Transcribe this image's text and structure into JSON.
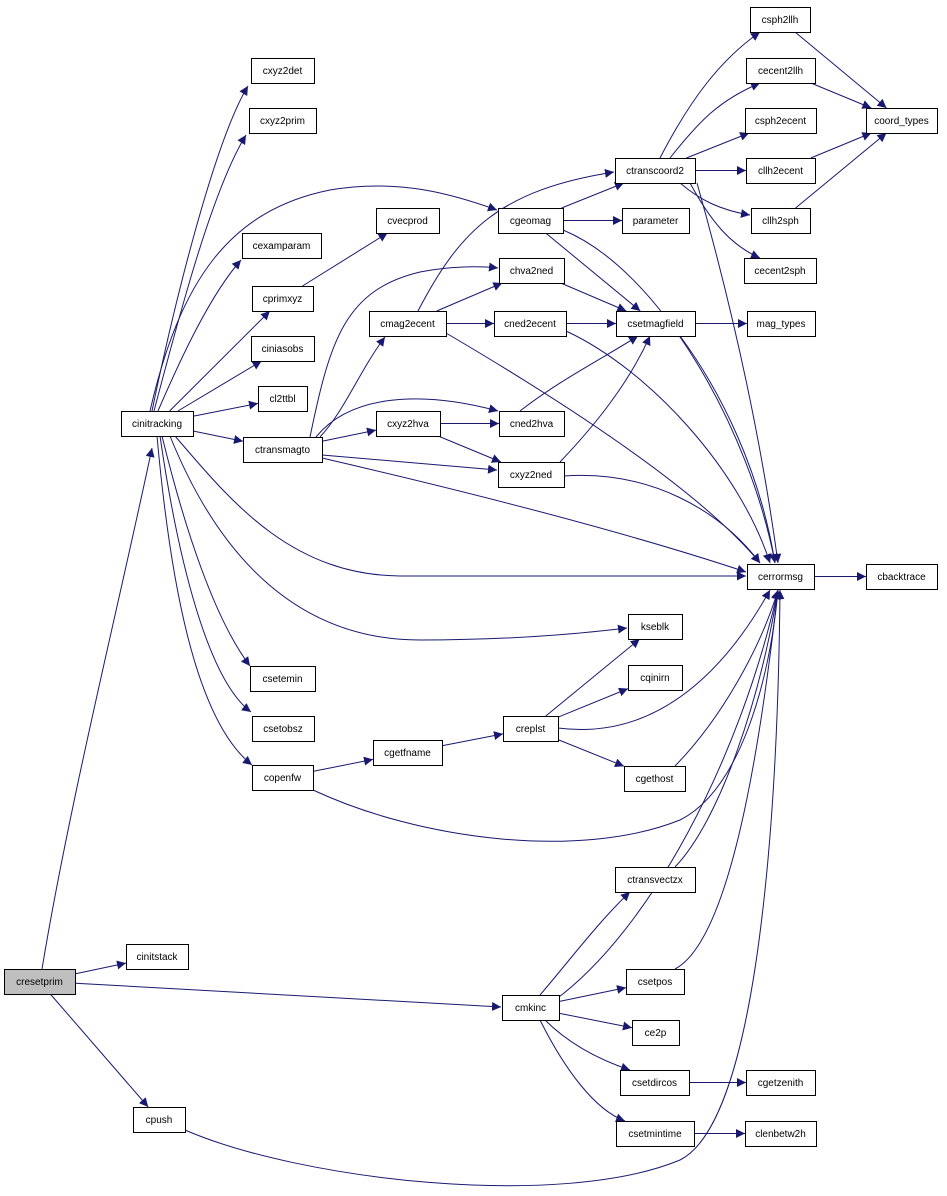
{
  "graph": {
    "nodes": [
      {
        "id": "cresetprim",
        "label": "cresetprim",
        "root": true
      },
      {
        "id": "cinitstack",
        "label": "cinitstack"
      },
      {
        "id": "cpush",
        "label": "cpush"
      },
      {
        "id": "cinitracking",
        "label": "cinitracking"
      },
      {
        "id": "cmkinc",
        "label": "cmkinc"
      },
      {
        "id": "cxyz2det",
        "label": "cxyz2det"
      },
      {
        "id": "cxyz2prim",
        "label": "cxyz2prim"
      },
      {
        "id": "cexamparam",
        "label": "cexamparam"
      },
      {
        "id": "cprimxyz",
        "label": "cprimxyz"
      },
      {
        "id": "ciniasobs",
        "label": "ciniasobs"
      },
      {
        "id": "cl2tbl",
        "label": "cl2ttbl"
      },
      {
        "id": "ctransmagto",
        "label": "ctransmagto"
      },
      {
        "id": "csetemin",
        "label": "csetemin"
      },
      {
        "id": "csetobsz",
        "label": "csetobsz"
      },
      {
        "id": "copenfw",
        "label": "copenfw"
      },
      {
        "id": "cgeomag",
        "label": "cgeomag"
      },
      {
        "id": "cvecprod",
        "label": "cvecprod"
      },
      {
        "id": "cmag2ecent",
        "label": "cmag2ecent"
      },
      {
        "id": "cxyz2hva",
        "label": "cxyz2hva"
      },
      {
        "id": "cgetfname",
        "label": "cgetfname"
      },
      {
        "id": "chva2ned",
        "label": "chva2ned"
      },
      {
        "id": "cned2ecent",
        "label": "cned2ecent"
      },
      {
        "id": "cned2hva",
        "label": "cned2hva"
      },
      {
        "id": "cxyz2ned",
        "label": "cxyz2ned"
      },
      {
        "id": "creplst",
        "label": "creplst"
      },
      {
        "id": "ctranscoord2",
        "label": "ctranscoord2"
      },
      {
        "id": "parameter",
        "label": "parameter"
      },
      {
        "id": "csetmagfield",
        "label": "csetmagfield"
      },
      {
        "id": "kseblk",
        "label": "kseblk"
      },
      {
        "id": "cqinirn",
        "label": "cqinirn"
      },
      {
        "id": "cgethost",
        "label": "cgethost"
      },
      {
        "id": "ctransvectzx",
        "label": "ctransvectzx"
      },
      {
        "id": "csetpos",
        "label": "csetpos"
      },
      {
        "id": "ce2p",
        "label": "ce2p"
      },
      {
        "id": "csetdircos",
        "label": "csetdircos"
      },
      {
        "id": "csetmintime",
        "label": "csetmintime"
      },
      {
        "id": "csph2llh",
        "label": "csph2llh"
      },
      {
        "id": "cecent2llh",
        "label": "cecent2llh"
      },
      {
        "id": "csph2ecent",
        "label": "csph2ecent"
      },
      {
        "id": "cllh2ecent",
        "label": "cllh2ecent"
      },
      {
        "id": "cllh2sph",
        "label": "cllh2sph"
      },
      {
        "id": "cecent2sph",
        "label": "cecent2sph"
      },
      {
        "id": "mag_types",
        "label": "mag_types"
      },
      {
        "id": "cerrormsg",
        "label": "cerrormsg"
      },
      {
        "id": "cgetzenith",
        "label": "cgetzenith"
      },
      {
        "id": "clenbetw2h",
        "label": "clenbetw2h"
      },
      {
        "id": "coord_types",
        "label": "coord_types"
      },
      {
        "id": "cbacktrace",
        "label": "cbacktrace"
      }
    ],
    "edges": [
      [
        "cresetprim",
        "cinitracking"
      ],
      [
        "cresetprim",
        "cinitstack"
      ],
      [
        "cresetprim",
        "cmkinc"
      ],
      [
        "cresetprim",
        "cpush"
      ],
      [
        "cinitracking",
        "cxyz2det"
      ],
      [
        "cinitracking",
        "cxyz2prim"
      ],
      [
        "cinitracking",
        "cexamparam"
      ],
      [
        "cinitracking",
        "cprimxyz"
      ],
      [
        "cinitracking",
        "ciniasobs"
      ],
      [
        "cinitracking",
        "cl2tbl"
      ],
      [
        "cinitracking",
        "ctransmagto"
      ],
      [
        "cinitracking",
        "cgeomag"
      ],
      [
        "cinitracking",
        "cerrormsg"
      ],
      [
        "cinitracking",
        "kseblk"
      ],
      [
        "cinitracking",
        "csetemin"
      ],
      [
        "cinitracking",
        "csetobsz"
      ],
      [
        "cinitracking",
        "copenfw"
      ],
      [
        "cprimxyz",
        "cvecprod"
      ],
      [
        "ctransmagto",
        "chva2ned"
      ],
      [
        "ctransmagto",
        "cmag2ecent"
      ],
      [
        "ctransmagto",
        "cned2hva"
      ],
      [
        "ctransmagto",
        "cxyz2hva"
      ],
      [
        "ctransmagto",
        "cxyz2ned"
      ],
      [
        "ctransmagto",
        "cerrormsg"
      ],
      [
        "cmag2ecent",
        "ctranscoord2"
      ],
      [
        "cmag2ecent",
        "chva2ned"
      ],
      [
        "cmag2ecent",
        "cned2ecent"
      ],
      [
        "cmag2ecent",
        "cerrormsg"
      ],
      [
        "cxyz2hva",
        "cned2hva"
      ],
      [
        "cxyz2hva",
        "cxyz2ned"
      ],
      [
        "cgeomag",
        "ctranscoord2"
      ],
      [
        "cgeomag",
        "parameter"
      ],
      [
        "cgeomag",
        "csetmagfield"
      ],
      [
        "cgeomag",
        "cerrormsg"
      ],
      [
        "chva2ned",
        "csetmagfield"
      ],
      [
        "cned2ecent",
        "csetmagfield"
      ],
      [
        "cned2ecent",
        "cerrormsg"
      ],
      [
        "cned2hva",
        "csetmagfield"
      ],
      [
        "cxyz2ned",
        "csetmagfield"
      ],
      [
        "cxyz2ned",
        "cerrormsg"
      ],
      [
        "ctranscoord2",
        "csph2llh"
      ],
      [
        "ctranscoord2",
        "cecent2llh"
      ],
      [
        "ctranscoord2",
        "csph2ecent"
      ],
      [
        "ctranscoord2",
        "cllh2ecent"
      ],
      [
        "ctranscoord2",
        "cllh2sph"
      ],
      [
        "ctranscoord2",
        "cecent2sph"
      ],
      [
        "ctranscoord2",
        "cerrormsg"
      ],
      [
        "csph2llh",
        "coord_types"
      ],
      [
        "cecent2llh",
        "coord_types"
      ],
      [
        "cllh2ecent",
        "coord_types"
      ],
      [
        "cllh2sph",
        "coord_types"
      ],
      [
        "csetmagfield",
        "mag_types"
      ],
      [
        "csetmagfield",
        "cerrormsg"
      ],
      [
        "cerrormsg",
        "cbacktrace"
      ],
      [
        "copenfw",
        "cgetfname"
      ],
      [
        "copenfw",
        "cerrormsg"
      ],
      [
        "cgetfname",
        "creplst"
      ],
      [
        "creplst",
        "kseblk"
      ],
      [
        "creplst",
        "cqinirn"
      ],
      [
        "creplst",
        "cgethost"
      ],
      [
        "creplst",
        "cerrormsg"
      ],
      [
        "cgethost",
        "cerrormsg"
      ],
      [
        "cmkinc",
        "ctransvectzx"
      ],
      [
        "cmkinc",
        "csetpos"
      ],
      [
        "cmkinc",
        "ce2p"
      ],
      [
        "cmkinc",
        "csetdircos"
      ],
      [
        "cmkinc",
        "csetmintime"
      ],
      [
        "cmkinc",
        "cerrormsg"
      ],
      [
        "ctransvectzx",
        "cerrormsg"
      ],
      [
        "csetpos",
        "cerrormsg"
      ],
      [
        "csetdircos",
        "cgetzenith"
      ],
      [
        "csetmintime",
        "clenbetw2h"
      ],
      [
        "cpush",
        "cerrormsg"
      ]
    ]
  }
}
